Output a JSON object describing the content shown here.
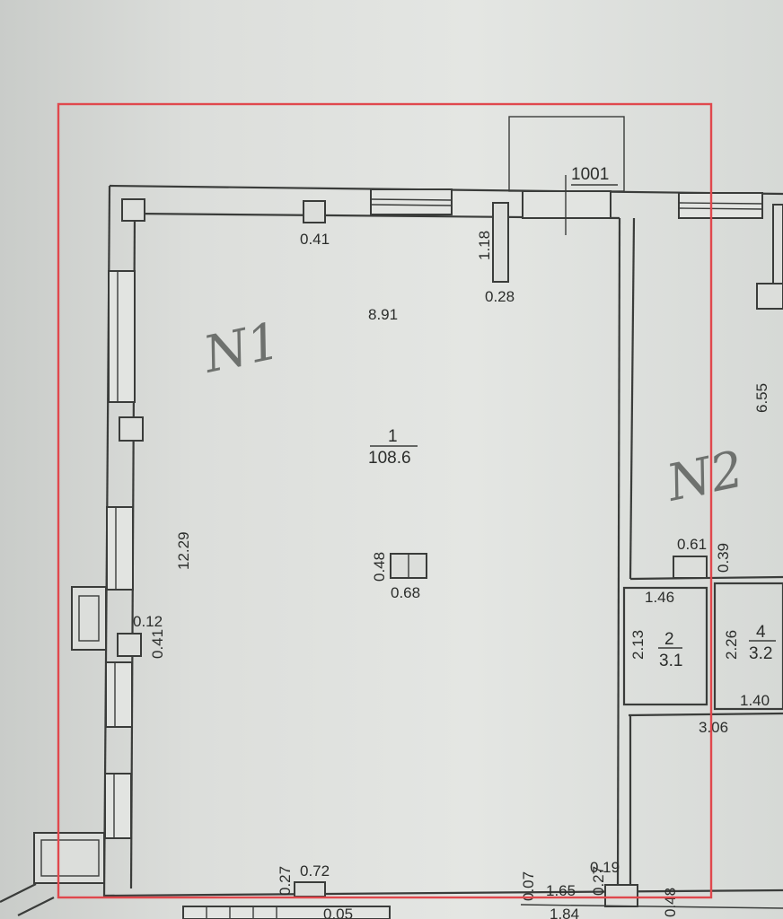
{
  "labels": {
    "room_label_1001": "1001",
    "col_top": "0.41",
    "pillar_h": "1.18",
    "pillar_w": "0.28",
    "room_width": "8.91",
    "room_number": "1",
    "room_area": "108.6",
    "room_length": "12.29",
    "center_col_h": "0.48",
    "center_col_w": "0.68",
    "left_col_a": "0.12",
    "left_col_b": "0.41",
    "bottom_col_h": "0.27",
    "bottom_col_w": "0.72",
    "right_room_len": "6.55",
    "small_col_w": "0.61",
    "small_col_h": "0.39",
    "room2_width": "1.46",
    "room2_height": "2.13",
    "room2_number": "2",
    "room2_area": "3.1",
    "room4_height": "2.26",
    "room4_number": "4",
    "room4_area": "3.2",
    "room4_width": "1.40",
    "room5_width": "3.06",
    "bottom_a": "0.07",
    "bottom_b": "1.65",
    "bottom_c": "0.27",
    "bottom_d": "0.19",
    "bottom_e": "1.84",
    "bottom_f": "0.48",
    "bottom_g": "0.05"
  },
  "handwriting": {
    "zone_1": "N1",
    "zone_2": "N2"
  },
  "colors": {
    "paper": "#dfe1de",
    "ink": "#2b2d2b",
    "selection_box": "#e0484d"
  }
}
